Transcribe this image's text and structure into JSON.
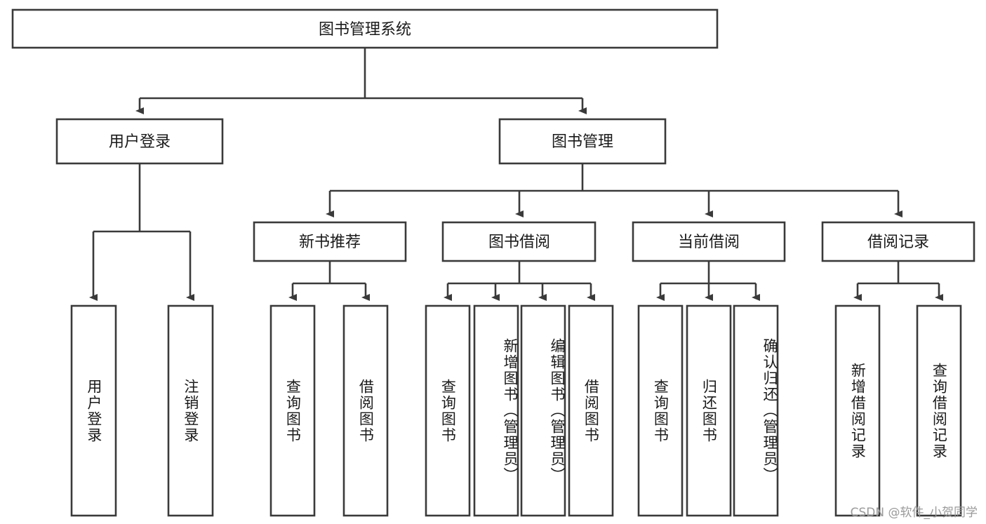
{
  "diagram": {
    "title": "图书管理系统",
    "type": "tree-hierarchy-diagram",
    "colors": {
      "box_stroke": "#3a3a3a",
      "box_fill": "#ffffff",
      "text": "#1a1a1a",
      "background": "#ffffff",
      "watermark": "#9a9a9a"
    },
    "root": {
      "label": "图书管理系统"
    },
    "level2": [
      {
        "label": "用户登录"
      },
      {
        "label": "图书管理"
      }
    ],
    "level3": [
      {
        "label": "新书推荐"
      },
      {
        "label": "图书借阅"
      },
      {
        "label": "当前借阅"
      },
      {
        "label": "借阅记录"
      }
    ],
    "leaves": {
      "user_login": [
        {
          "label": "用户登录"
        },
        {
          "label": "注销登录"
        }
      ],
      "new_book_recommend": [
        {
          "label": "查询图书"
        },
        {
          "label": "借阅图书"
        }
      ],
      "book_borrow": [
        {
          "label": "查询图书"
        },
        {
          "label": "新增图书（管理员）"
        },
        {
          "label": "编辑图书（管理员）"
        },
        {
          "label": "借阅图书"
        }
      ],
      "current_borrow": [
        {
          "label": "查询图书"
        },
        {
          "label": "归还图书"
        },
        {
          "label": "确认归还（管理员）"
        }
      ],
      "borrow_record": [
        {
          "label": "新增借阅记录"
        },
        {
          "label": "查询借阅记录"
        }
      ]
    }
  },
  "watermark": {
    "text": "CSDN @软件_小贺同学"
  }
}
